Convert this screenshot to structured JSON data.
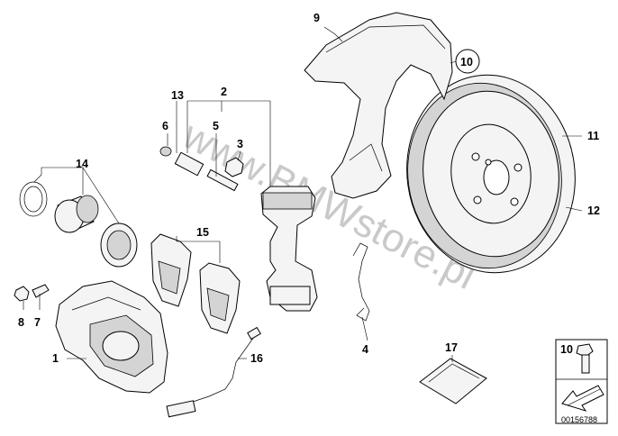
{
  "watermark": "www.BMWstore.pl",
  "drawing_number": "00156788",
  "callouts": {
    "c1": "1",
    "c2": "2",
    "c3": "3",
    "c4": "4",
    "c5": "5",
    "c6": "6",
    "c7": "7",
    "c8": "8",
    "c9": "9",
    "c10": "10",
    "c11": "11",
    "c12": "12",
    "c13": "13",
    "c14": "14",
    "c15": "15",
    "c16": "16",
    "c17": "17"
  },
  "note_box": {
    "label": "10"
  }
}
